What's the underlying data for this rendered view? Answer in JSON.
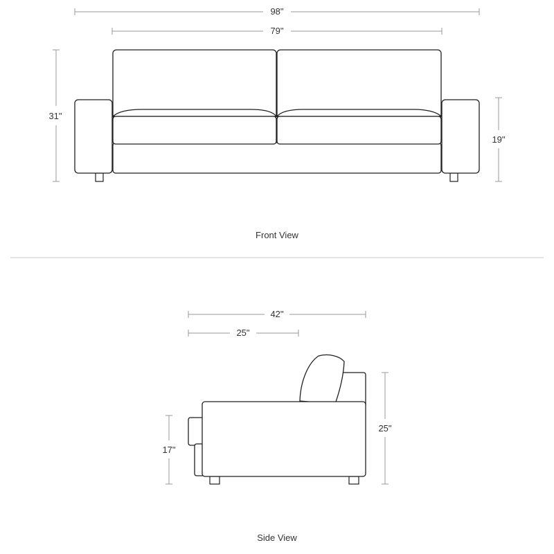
{
  "front_view": {
    "caption": "Front View",
    "dimensions": {
      "overall_width": "98\"",
      "inner_width": "79\"",
      "overall_height": "31\"",
      "arm_height": "19\""
    }
  },
  "side_view": {
    "caption": "Side View",
    "dimensions": {
      "overall_depth": "42\"",
      "seat_depth": "25\"",
      "seat_height": "17\"",
      "back_height": "25\""
    }
  },
  "colors": {
    "outline": "#1f1f1f",
    "dimension_line": "#9a9a9a",
    "divider": "#c8c8c8",
    "text": "#333333"
  }
}
